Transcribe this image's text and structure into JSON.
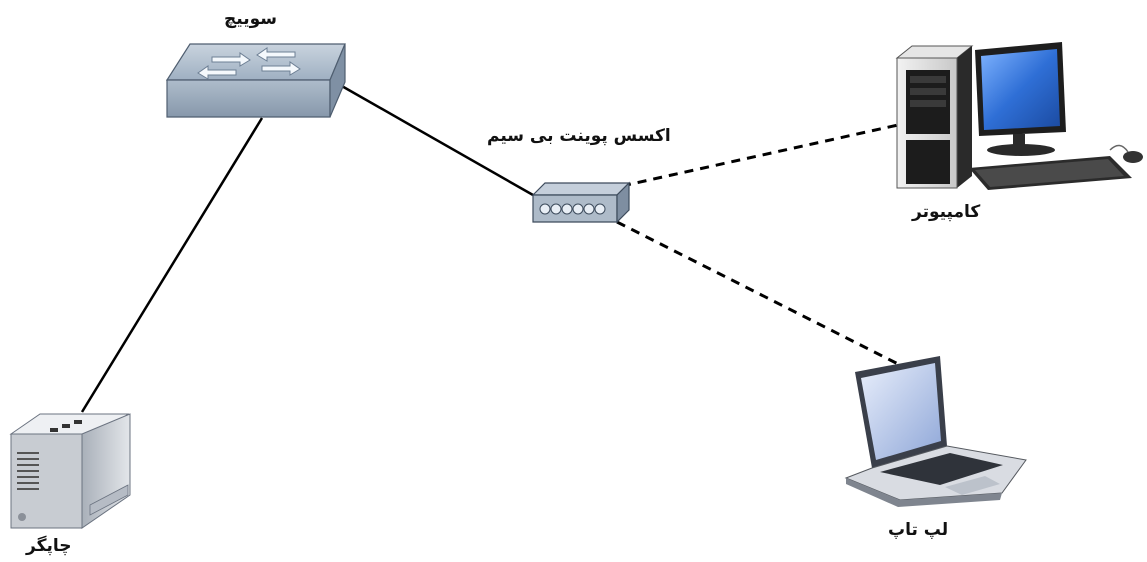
{
  "diagram": {
    "nodes": {
      "switch": {
        "label": "سوییچ",
        "icon": "network-switch-icon"
      },
      "access_point": {
        "label": "اکسس پوینت بی سیم",
        "icon": "wireless-access-point-icon"
      },
      "computer": {
        "label": "کامپیوتر",
        "icon": "desktop-computer-icon"
      },
      "laptop": {
        "label": "لپ تاپ",
        "icon": "laptop-icon"
      },
      "printer": {
        "label": "چاپگر",
        "icon": "printer-icon"
      }
    },
    "connections": [
      {
        "from": "switch",
        "to": "access_point",
        "type": "wired"
      },
      {
        "from": "switch",
        "to": "printer",
        "type": "wired"
      },
      {
        "from": "access_point",
        "to": "computer",
        "type": "wireless"
      },
      {
        "from": "access_point",
        "to": "laptop",
        "type": "wireless"
      }
    ],
    "colors": {
      "wired_line": "#000000",
      "wireless_line": "#000000",
      "device_metal": "#b7c0cc",
      "screen_blue": "#2f6fd6"
    }
  }
}
